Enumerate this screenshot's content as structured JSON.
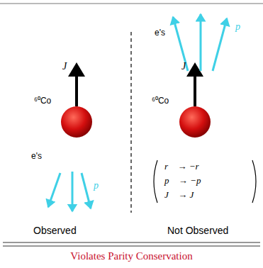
{
  "diagram": {
    "caption": "Violates Parity Conservation",
    "labels": [
      "e's",
      "J⃗",
      "⁶⁰Co",
      "p⃗",
      "Observed",
      "e's",
      "J⃗",
      "⁶⁰Co",
      "p⃗",
      "r⃗ → −r⃗",
      "p⃗ → −p⃗",
      "J⃗ → J⃗",
      "Not Observed"
    ]
  }
}
